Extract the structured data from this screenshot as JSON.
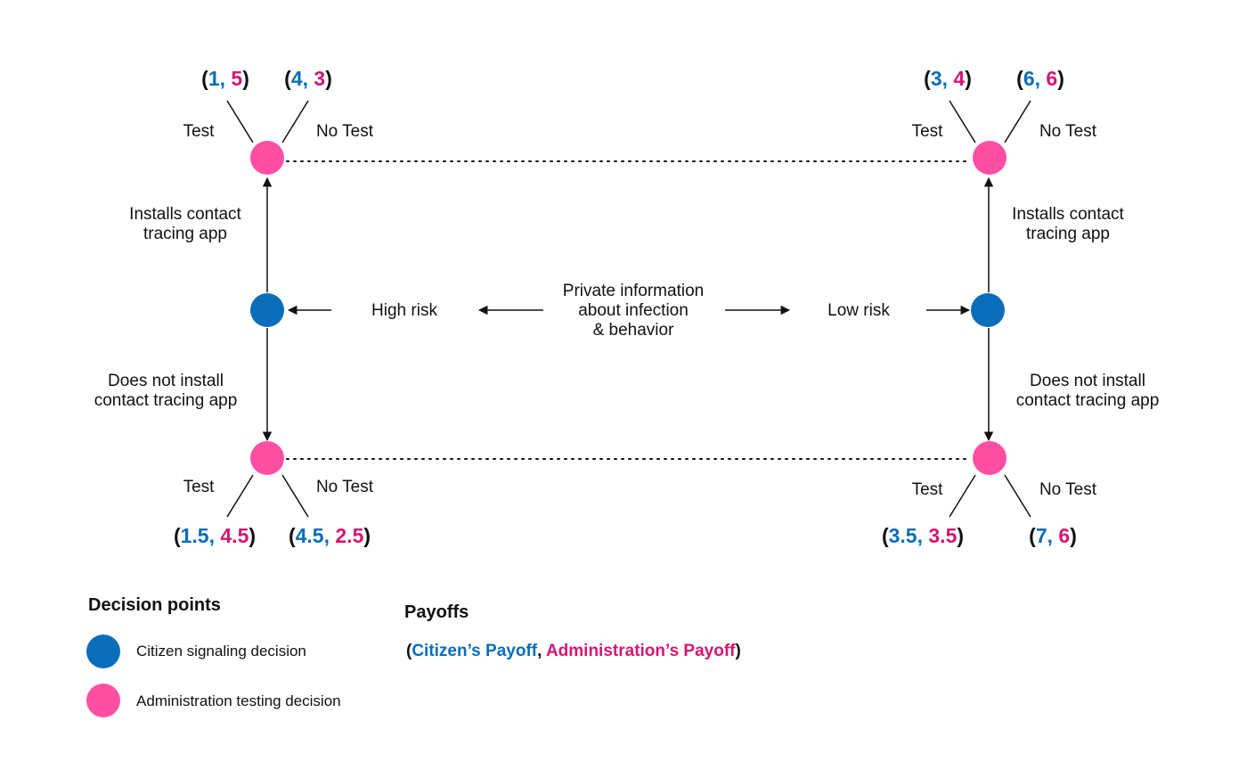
{
  "colors": {
    "citizen": "#0a6dba",
    "administration": "#ff4fa3",
    "citizen_text": "#0a6dba",
    "administration_text": "#d41672"
  },
  "center": {
    "lines": [
      "Private information",
      "about infection",
      "& behavior"
    ]
  },
  "risk": {
    "high": "High risk",
    "low": "Low risk"
  },
  "moves": {
    "install_left": [
      "Installs contact",
      "tracing app"
    ],
    "install_right": [
      "Installs contact",
      "tracing app"
    ],
    "noinstall_left": [
      "Does not install",
      "contact tracing app"
    ],
    "noinstall_right": [
      "Does not install",
      "contact tracing app"
    ]
  },
  "actions": {
    "test": "Test",
    "no_test": "No Test"
  },
  "payoffs": {
    "top_left_test": {
      "citizen": "1",
      "admin": "5"
    },
    "top_left_notest": {
      "citizen": "4",
      "admin": "3"
    },
    "top_right_test": {
      "citizen": "3",
      "admin": "4"
    },
    "top_right_notest": {
      "citizen": "6",
      "admin": "6"
    },
    "bottom_left_test": {
      "citizen": "1.5",
      "admin": "4.5"
    },
    "bottom_left_notest": {
      "citizen": "4.5",
      "admin": "2.5"
    },
    "bottom_right_test": {
      "citizen": "3.5",
      "admin": "3.5"
    },
    "bottom_right_notest": {
      "citizen": "7",
      "admin": "6"
    }
  },
  "legend": {
    "title": "Decision points",
    "citizen": "Citizen signaling decision",
    "administration": "Administration testing decision"
  },
  "payoffs_legend": {
    "title": "Payoffs",
    "citizen": "Citizen’s Payoff",
    "administration": "Administration’s Payoff"
  }
}
